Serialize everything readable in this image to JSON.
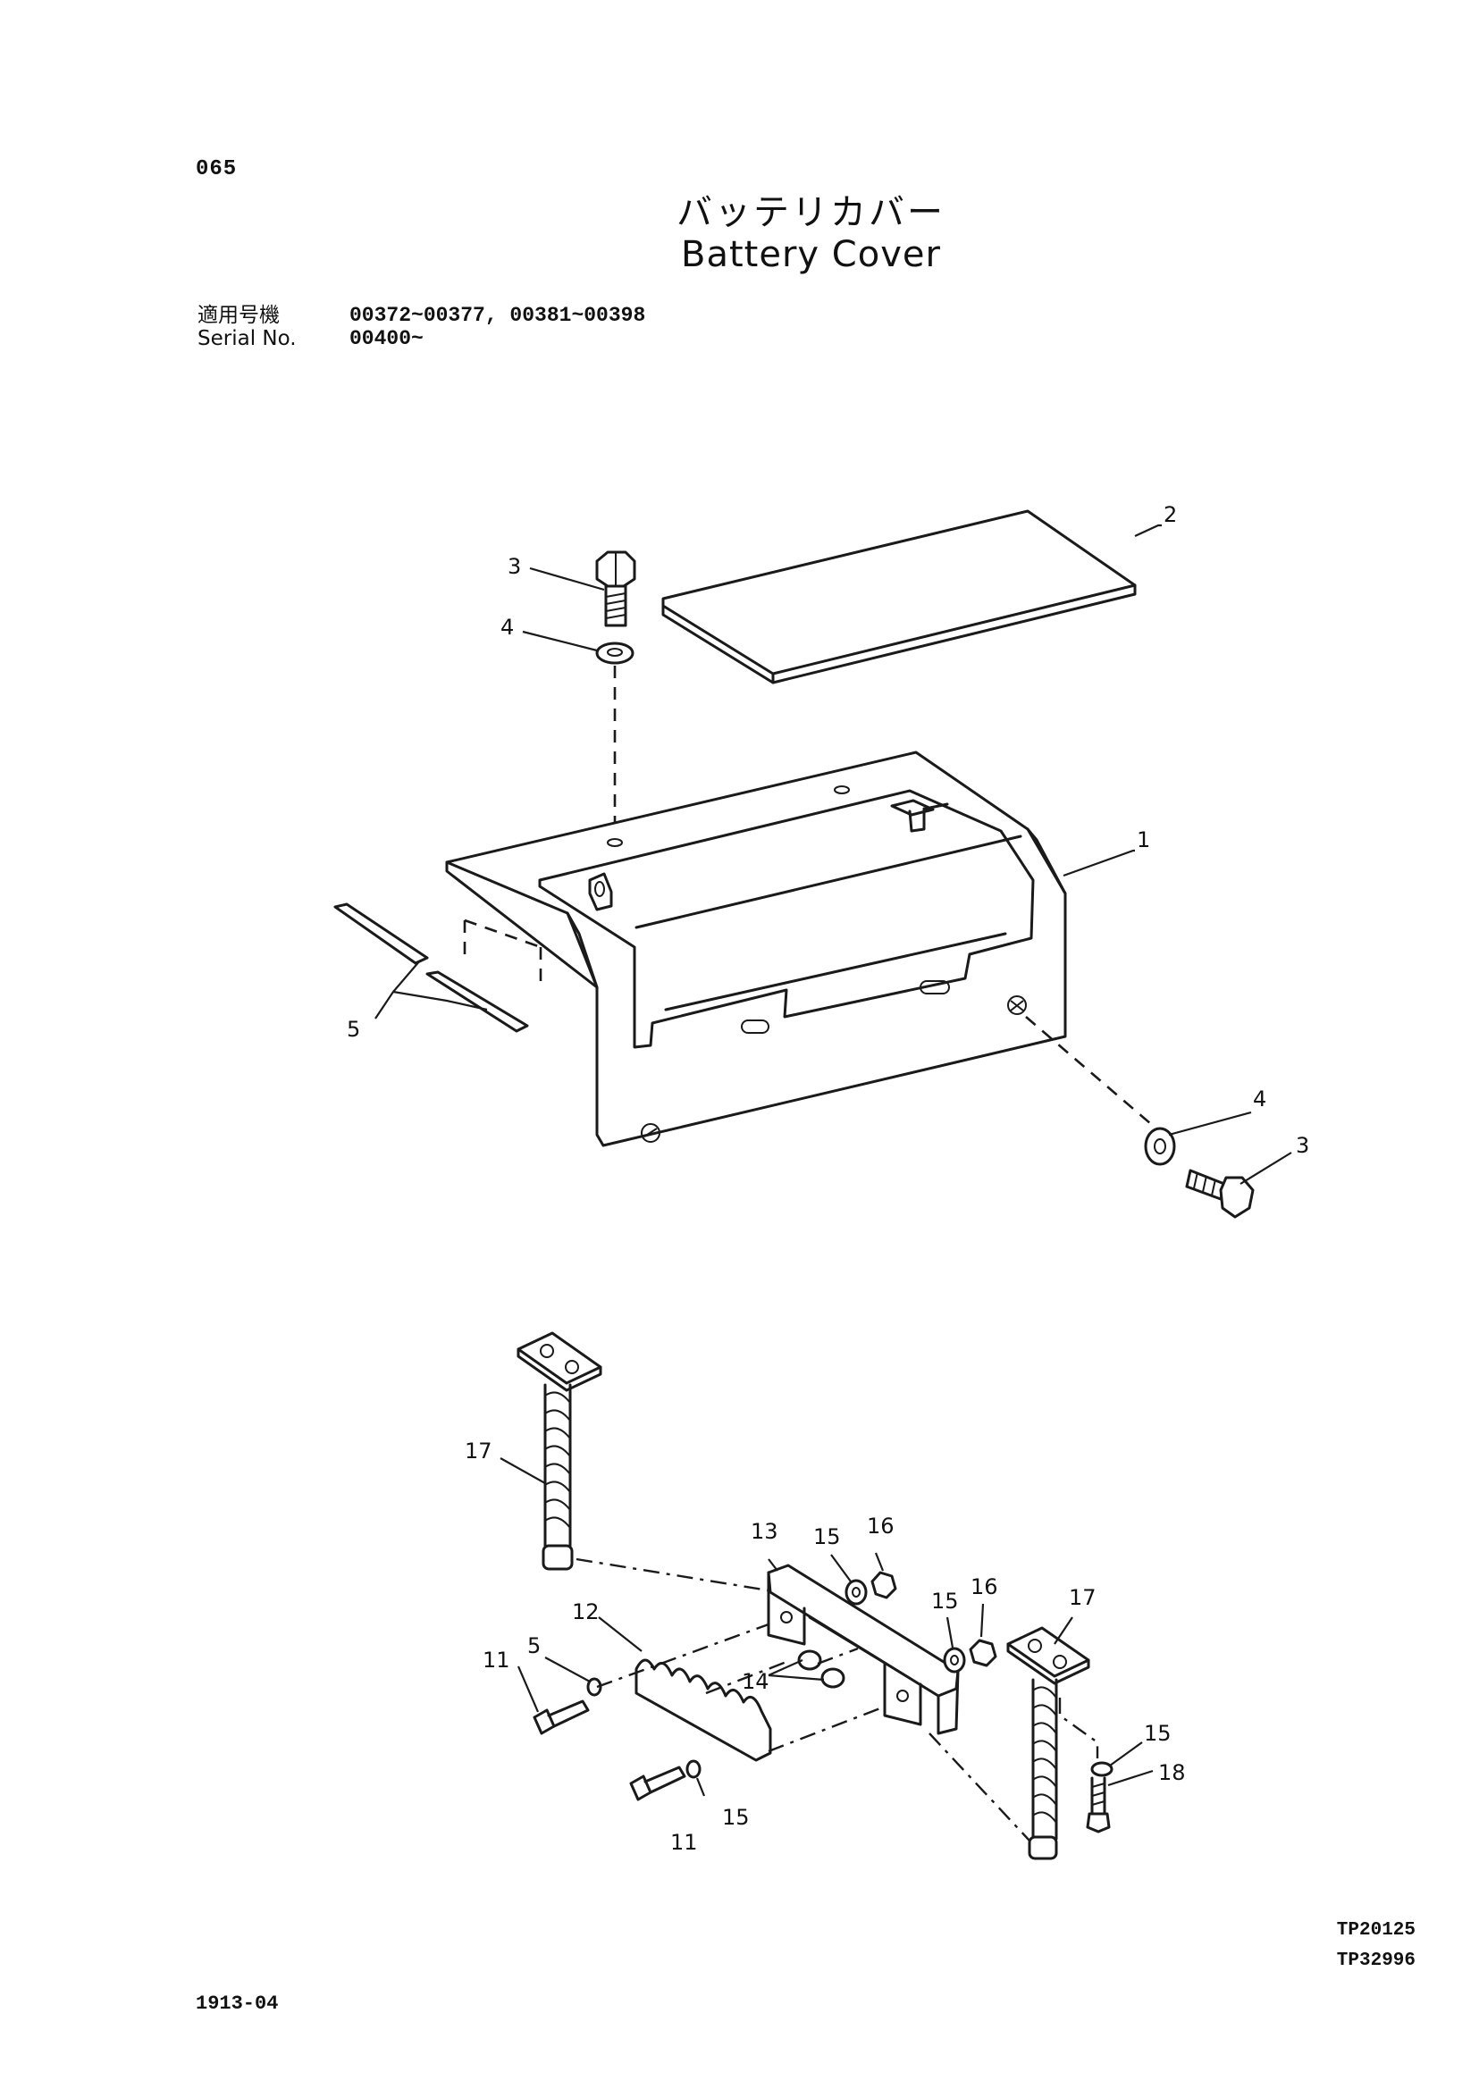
{
  "page_code": "065",
  "title_ja": "バッテリカバー",
  "title_en": "Battery Cover",
  "serial": {
    "label_ja": "適用号機",
    "label_en": "Serial No.",
    "ranges_line1": "00372~00377, 00381~00398",
    "ranges_line2": "00400~"
  },
  "callouts": {
    "c1": "1",
    "c2": "2",
    "c3a": "3",
    "c4a": "4",
    "c3b": "3",
    "c4b": "4",
    "c5a": "5",
    "c5b": "5",
    "c11a": "11",
    "c11b": "11",
    "c12": "12",
    "c13": "13",
    "c14": "14",
    "c15a": "15",
    "c15b": "15",
    "c15c": "15",
    "c15d": "15",
    "c16a": "16",
    "c16b": "16",
    "c17a": "17",
    "c17b": "17",
    "c18": "18"
  },
  "footer": {
    "left_code": "1913-04",
    "right_code_1": "TP20125",
    "right_code_2": "TP32996"
  }
}
